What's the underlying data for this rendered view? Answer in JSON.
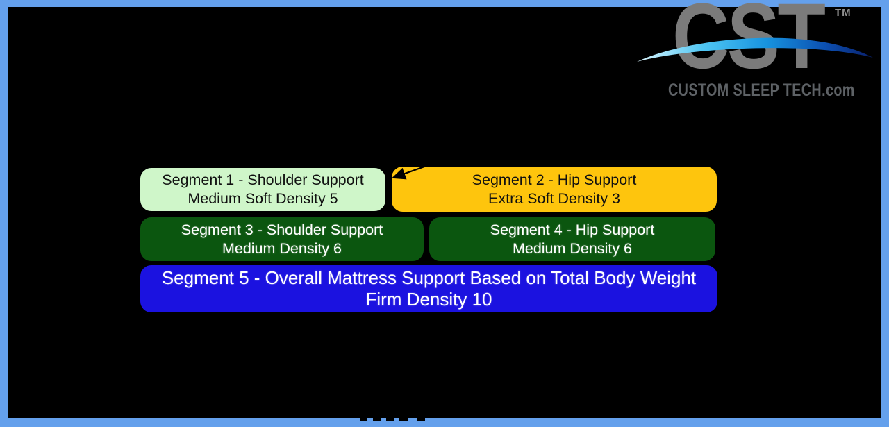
{
  "frame": {
    "border_color": "#64A0EC",
    "canvas_color": "#000000"
  },
  "logo": {
    "acronym": "CST",
    "trademark": "TM",
    "tagline": "CUSTOM SLEEP TECH.com",
    "letter_color": "#7B7B7B",
    "tagline_color": "#5E6266",
    "trademark_color": "#8F8F8F",
    "swoosh_gradient": [
      "#DCF5FD",
      "#4FC6F3",
      "#1793DF",
      "#0C4FB0",
      "#091F6B"
    ]
  },
  "diagram": {
    "segments": [
      {
        "id": "segment-1",
        "line1": "Segment 1 - Shoulder Support",
        "line2": "Medium Soft Density 5",
        "bg": "#CFF6C9",
        "text_color": "#111111"
      },
      {
        "id": "segment-2",
        "line1": "Segment 2 - Hip Support",
        "line2": "Extra Soft Density 3",
        "bg": "#FEC50D",
        "text_color": "#111111"
      },
      {
        "id": "segment-3",
        "line1": "Segment 3 - Shoulder Support",
        "line2": "Medium Density 6",
        "bg": "#0B560F",
        "text_color": "#FFFFFF"
      },
      {
        "id": "segment-4",
        "line1": "Segment 4 - Hip Support",
        "line2": "Medium Density 6",
        "bg": "#0B560F",
        "text_color": "#FFFFFF"
      },
      {
        "id": "segment-5",
        "line1": "Segment 5 - Overall Mattress Support Based on Total Body Weight",
        "line2": "Firm Density 10",
        "bg": "#1B12E0",
        "text_color": "#FFFFFF"
      }
    ]
  }
}
